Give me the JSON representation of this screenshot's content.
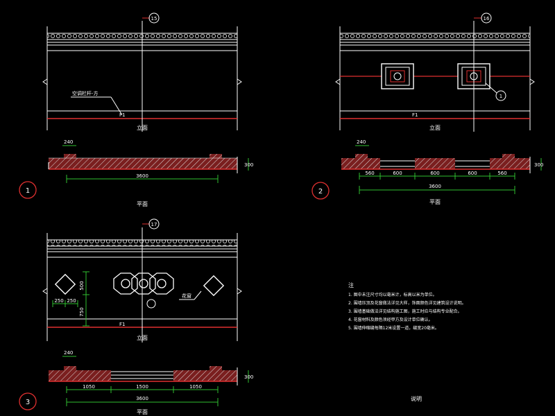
{
  "panels": [
    {
      "index": "1",
      "grid_tag": "15",
      "elevation_caption": "立面",
      "plan_caption": "平面",
      "callout": "空调栏杆-方",
      "floor_tag": "F1",
      "dims": {
        "top": "240",
        "overall": "3600",
        "right": "300"
      }
    },
    {
      "index": "2",
      "grid_tag": "16",
      "elevation_caption": "立面",
      "plan_caption": "平面",
      "callout": "1",
      "floor_tag": "F1",
      "dims": {
        "top": "240",
        "segments": [
          "560",
          "600",
          "600",
          "600",
          "560"
        ],
        "overall": "3600",
        "right": "300"
      }
    },
    {
      "index": "3",
      "grid_tag": "17",
      "elevation_caption": "立面",
      "plan_caption": "平面",
      "callout": "花窗",
      "floor_tag": "F1",
      "dims": {
        "top": "240",
        "vertical": [
          "500",
          "750"
        ],
        "horizontal": [
          "250",
          "250"
        ],
        "segments": [
          "1050",
          "1500",
          "1050"
        ],
        "overall": "3600",
        "right": "300"
      }
    }
  ],
  "notes": {
    "heading": "注",
    "lines": [
      "1. 图中未注尺寸均以毫米计，标高以米为单位。",
      "2. 围墙压顶及花窗做法详见大样，饰面颜色详见建筑设计说明。",
      "3. 围墙基础做法详见结构施工图，施工时应与结构专业配合。",
      "4. 花窗材料及颜色须经甲方及设计单位确认。",
      "5. 围墙伸缩缝每隔12米设置一道，缝宽20毫米。"
    ],
    "caption": "说明"
  }
}
